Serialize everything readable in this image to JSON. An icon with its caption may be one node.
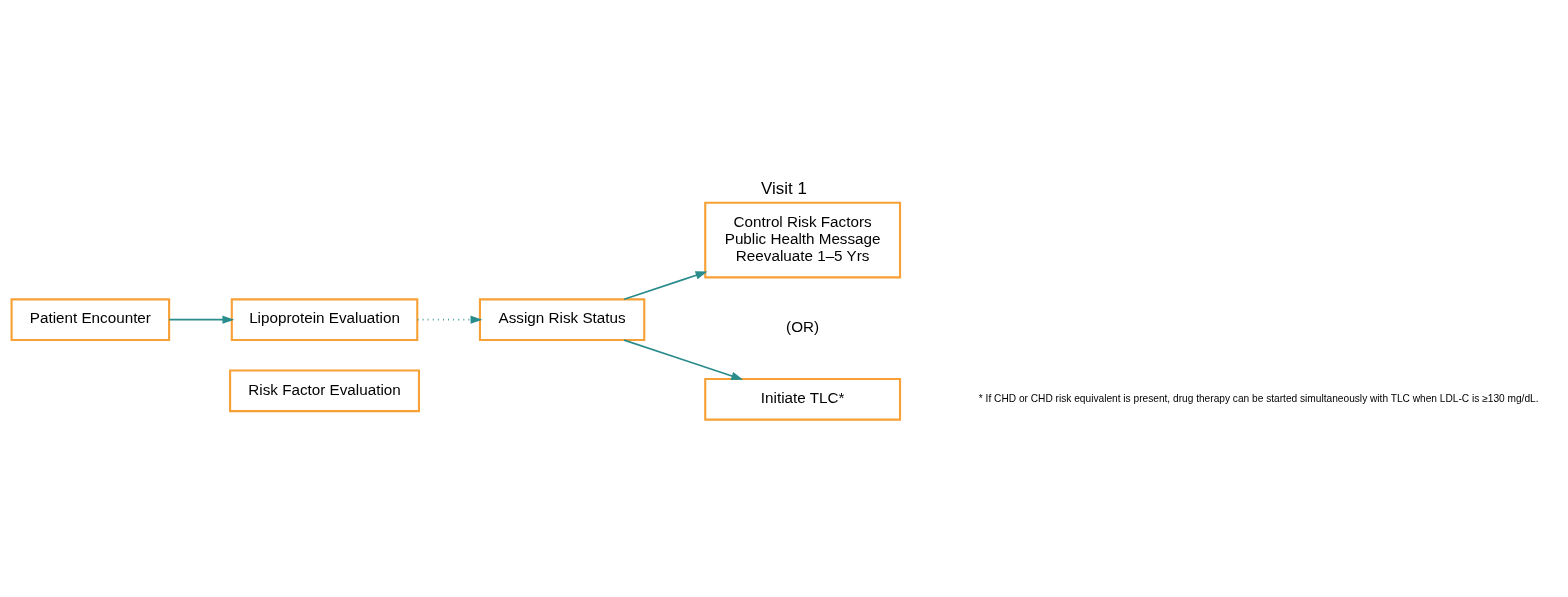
{
  "diagram": {
    "title": "Visit 1",
    "nodes": [
      {
        "text": [
          "Patient Encounter"
        ]
      },
      {
        "text": [
          "Lipoprotein Evaluation"
        ]
      },
      {
        "text": [
          "Risk Factor Evaluation"
        ]
      },
      {
        "text": [
          "Assign Risk Status"
        ]
      },
      {
        "text": [
          "Control Risk Factors",
          "Public Health Message",
          "Reevaluate 1–5 Yrs"
        ]
      },
      {
        "text": [
          "Initiate TLC*"
        ]
      }
    ],
    "edges": [
      {
        "from": 0,
        "to": 1,
        "arrow": "to"
      },
      {
        "from": 1,
        "to": 3,
        "arrow": "to",
        "style": "dashed"
      },
      {
        "from": 3,
        "to": 4,
        "arrow": "to"
      },
      {
        "from": 3,
        "to": 5,
        "arrow": "to"
      }
    ],
    "labels": [
      "(OR)",
      "* If CHD or CHD risk equivalent is present, drug therapy can be started simultaneously with TLC when LDL-C is ≥130 mg/dL."
    ]
  }
}
